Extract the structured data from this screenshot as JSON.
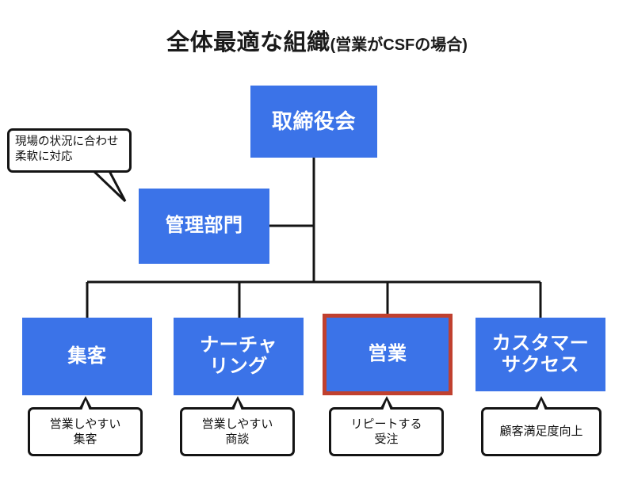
{
  "title": {
    "main": "全体最適な組織",
    "sub": "(営業がCSFの場合)"
  },
  "callout": {
    "text": "現場の状況に合わせ柔軟に対応",
    "target": "管理部門"
  },
  "colors": {
    "node_fill": "#3b73e8",
    "node_text": "#ffffff",
    "highlight_border": "#c0402f",
    "line": "#141414",
    "bubble_fill": "#ffffff",
    "bubble_border": "#141414",
    "background": "#ffffff",
    "title_text": "#1a1a1a"
  },
  "chart_data": {
    "type": "diagram",
    "diagram_kind": "organization-chart",
    "title": "全体最適な組織(営業がCSFの場合)",
    "levels": [
      {
        "level": 0,
        "nodes": [
          {
            "id": "board",
            "label": "取締役会"
          }
        ]
      },
      {
        "level": 1,
        "nodes": [
          {
            "id": "admin",
            "label": "管理部門"
          }
        ]
      },
      {
        "level": 2,
        "nodes": [
          {
            "id": "acquisition",
            "label": "集客"
          },
          {
            "id": "nurturing",
            "label": "ナーチャリング"
          },
          {
            "id": "sales",
            "label": "営業"
          },
          {
            "id": "cs",
            "label": "カスタマーサクセス"
          }
        ]
      }
    ],
    "edges": [
      {
        "from": "board",
        "to": "admin"
      },
      {
        "from": "board",
        "to": "acquisition"
      },
      {
        "from": "board",
        "to": "nurturing"
      },
      {
        "from": "board",
        "to": "sales"
      },
      {
        "from": "board",
        "to": "cs"
      },
      {
        "from": "acquisition",
        "to": "outcome_acquisition"
      },
      {
        "from": "nurturing",
        "to": "outcome_nurturing"
      },
      {
        "from": "sales",
        "to": "outcome_sales"
      },
      {
        "from": "cs",
        "to": "outcome_cs"
      }
    ],
    "highlighted_node": "sales",
    "highlight_reason": "営業がCSF"
  },
  "nodes": {
    "board": {
      "label": "取締役会"
    },
    "admin": {
      "label": "管理部門"
    },
    "acquisition": {
      "label": "集客"
    },
    "nurturing": {
      "line1": "ナーチャ",
      "line2": "リング"
    },
    "sales": {
      "label": "営業"
    },
    "cs": {
      "line1": "カスタマー",
      "line2": "サクセス"
    }
  },
  "outcomes": {
    "acquisition": {
      "line1": "営業しやすい",
      "line2": "集客"
    },
    "nurturing": {
      "line1": "営業しやすい",
      "line2": "商談"
    },
    "sales": {
      "line1": "リピートする",
      "line2": "受注"
    },
    "cs": {
      "line1": "顧客満足度向上",
      "line2": ""
    }
  }
}
